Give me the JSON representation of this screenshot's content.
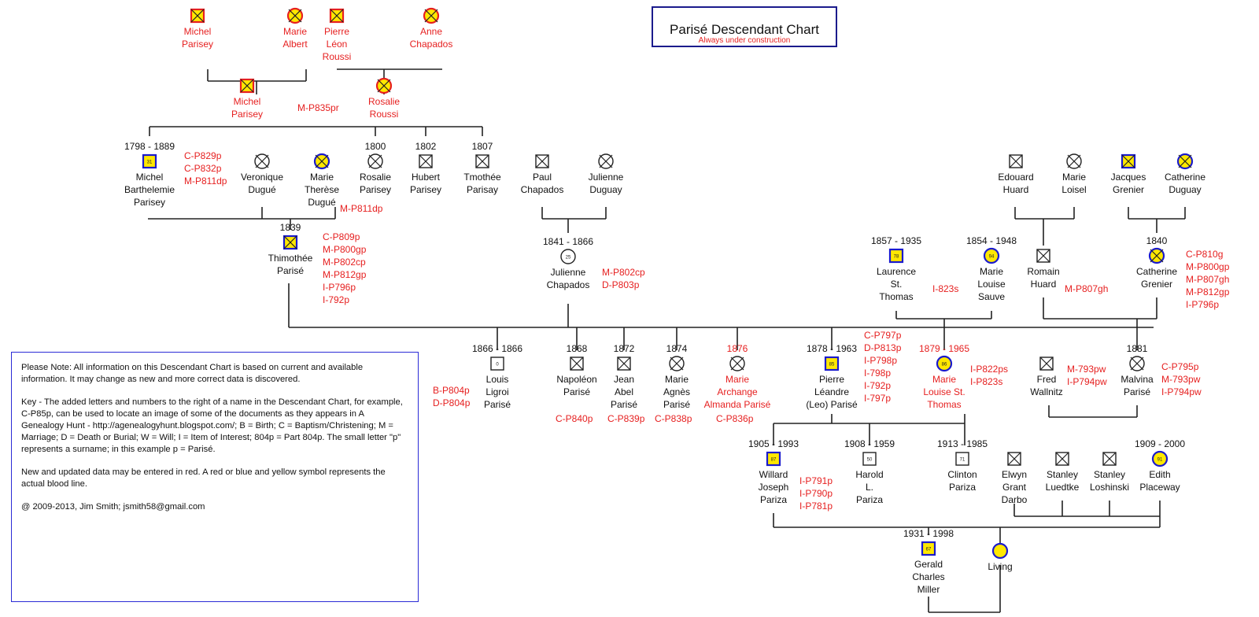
{
  "title": "Parisé Descendant Chart",
  "subtitle": "Always under construction",
  "colors": {
    "red": "#e62020",
    "blue": "#1a1acd",
    "yellow": "#ffe800",
    "line": "#222222"
  },
  "people": [
    {
      "id": "michel_sr",
      "icon": "xbox",
      "style": "red",
      "lines": [
        "Michel",
        "Parisey"
      ]
    },
    {
      "id": "marie_albert",
      "icon": "xcircle",
      "style": "red",
      "lines": [
        "Marie",
        "Albert"
      ]
    },
    {
      "id": "pierre_roussi",
      "icon": "xbox",
      "style": "red",
      "lines": [
        "Pierre",
        "Léon",
        "Roussi"
      ]
    },
    {
      "id": "anne_chapados",
      "icon": "xcircle",
      "style": "red",
      "lines": [
        "Anne",
        "Chapados"
      ]
    },
    {
      "id": "michel_jr",
      "icon": "xbox",
      "style": "red",
      "lines": [
        "Michel",
        "Parisey"
      ]
    },
    {
      "id": "rosalie_roussi",
      "icon": "xcircle",
      "style": "red",
      "lines": [
        "Rosalie",
        "Roussi"
      ]
    },
    {
      "id": "michel_barth",
      "icon": "box",
      "style": "blue",
      "badge": "31",
      "date": "1798 - 1889",
      "lines": [
        "Michel",
        "Barthelemie",
        "Parisey"
      ]
    },
    {
      "id": "veronique",
      "icon": "xcircle",
      "style": "black",
      "lines": [
        "Veronique",
        "Dugué"
      ]
    },
    {
      "id": "marie_therese",
      "icon": "xcircle",
      "style": "blue",
      "lines": [
        "Marie",
        "Therèse",
        "Dugué"
      ]
    },
    {
      "id": "rosalie_parisey",
      "icon": "xcircle",
      "style": "black",
      "date": "1800",
      "lines": [
        "Rosalie",
        "Parisey"
      ]
    },
    {
      "id": "hubert",
      "icon": "xbox",
      "style": "black",
      "date": "1802",
      "lines": [
        "Hubert",
        "Parisey"
      ]
    },
    {
      "id": "tmothee",
      "icon": "xbox",
      "style": "black",
      "date": "1807",
      "lines": [
        "Tmothée",
        "Parisay"
      ]
    },
    {
      "id": "paul_chapados",
      "icon": "xbox",
      "style": "black",
      "lines": [
        "Paul",
        "Chapados"
      ]
    },
    {
      "id": "julienne_duguay",
      "icon": "xcircle",
      "style": "black",
      "lines": [
        "Julienne",
        "Duguay"
      ]
    },
    {
      "id": "thimothee",
      "icon": "xbox",
      "style": "blue",
      "date": "1839",
      "lines": [
        "Thimothée",
        "Parisé"
      ]
    },
    {
      "id": "julienne_chapados",
      "icon": "circle",
      "style": "black",
      "badge": "25",
      "date": "1841 - 1866",
      "lines": [
        "Julienne",
        "Chapados"
      ]
    },
    {
      "id": "edouard",
      "icon": "xbox",
      "style": "black",
      "lines": [
        "Edouard",
        "Huard"
      ]
    },
    {
      "id": "marie_loisel",
      "icon": "xcircle",
      "style": "black",
      "lines": [
        "Marie",
        "Loisel"
      ]
    },
    {
      "id": "jacques_grenier",
      "icon": "xbox",
      "style": "blue",
      "lines": [
        "Jacques",
        "Grenier"
      ]
    },
    {
      "id": "catherine_duguay",
      "icon": "xcircle",
      "style": "blue",
      "lines": [
        "Catherine",
        "Duguay"
      ]
    },
    {
      "id": "laurence",
      "icon": "box",
      "style": "blue",
      "badge": "78",
      "date": "1857 - 1935",
      "lines": [
        "Laurence",
        "St.",
        "Thomas"
      ]
    },
    {
      "id": "marie_sauve",
      "icon": "circle",
      "style": "blue",
      "badge": "94",
      "date": "1854 - 1948",
      "lines": [
        "Marie",
        "Louise",
        "Sauve"
      ]
    },
    {
      "id": "romain",
      "icon": "xbox",
      "style": "black",
      "lines": [
        "Romain",
        "Huard"
      ]
    },
    {
      "id": "catherine_grenier",
      "icon": "xcircle",
      "style": "blue",
      "date": "1840",
      "lines": [
        "Catherine",
        "Grenier"
      ]
    },
    {
      "id": "louis",
      "icon": "box",
      "style": "black",
      "badge": "0",
      "date": "1866 - 1866",
      "lines": [
        "Louis",
        "Ligroi",
        "Parisé"
      ]
    },
    {
      "id": "napoleon",
      "icon": "xbox",
      "style": "black",
      "date": "1868",
      "lines": [
        "Napoléon",
        "Parisé"
      ]
    },
    {
      "id": "jean_abel",
      "icon": "xbox",
      "style": "black",
      "date": "1872",
      "lines": [
        "Jean",
        "Abel",
        "Parisé"
      ]
    },
    {
      "id": "marie_agnes",
      "icon": "xcircle",
      "style": "black",
      "date": "1874",
      "lines": [
        "Marie",
        "Agnès",
        "Parisé"
      ]
    },
    {
      "id": "marie_archange",
      "icon": "xcircle",
      "style": "black",
      "date": "1876",
      "textstyle": "red",
      "lines": [
        "Marie",
        "Archange",
        "Almanda Parisé"
      ]
    },
    {
      "id": "pierre_leo",
      "icon": "box",
      "style": "blue",
      "badge": "85",
      "date": "1878 - 1963",
      "lines": [
        "Pierre",
        "Léandre",
        "(Leo) Parisé"
      ]
    },
    {
      "id": "marie_st_thomas",
      "icon": "circle",
      "style": "blue",
      "badge": "86",
      "date": "1879 - 1965",
      "textstyle": "red",
      "lines": [
        "Marie",
        "Louise St.",
        "Thomas"
      ]
    },
    {
      "id": "fred",
      "icon": "xbox",
      "style": "black",
      "lines": [
        "Fred",
        "Wallnitz"
      ]
    },
    {
      "id": "malvina",
      "icon": "xcircle",
      "style": "black",
      "date": "1881",
      "lines": [
        "Malvina",
        "Parisé"
      ]
    },
    {
      "id": "willard",
      "icon": "box",
      "style": "blue",
      "badge": "87",
      "date": "1905 - 1993",
      "lines": [
        "Willard",
        "Joseph",
        "Pariza"
      ]
    },
    {
      "id": "harold",
      "icon": "box",
      "style": "black",
      "badge": "50",
      "date": "1908 - 1959",
      "lines": [
        "Harold",
        "L.",
        "Pariza"
      ]
    },
    {
      "id": "clinton",
      "icon": "box",
      "style": "black",
      "badge": "71",
      "date": "1913 - 1985",
      "lines": [
        "Clinton",
        "Pariza"
      ]
    },
    {
      "id": "elwyn",
      "icon": "xbox",
      "style": "black",
      "lines": [
        "Elwyn",
        "Grant",
        "Darbo"
      ]
    },
    {
      "id": "stanley_l",
      "icon": "xbox",
      "style": "black",
      "lines": [
        "Stanley",
        "Luedtke"
      ]
    },
    {
      "id": "stanley_lo",
      "icon": "xbox",
      "style": "black",
      "lines": [
        "Stanley",
        "Loshinski"
      ]
    },
    {
      "id": "edith",
      "icon": "circle",
      "style": "blue",
      "badge": "91",
      "date": "1909 - 2000",
      "lines": [
        "Edith",
        "Placeway"
      ]
    },
    {
      "id": "gerald",
      "icon": "box",
      "style": "blue",
      "badge": "67",
      "date": "1931 - 1998",
      "lines": [
        "Gerald",
        "Charles",
        "Miller"
      ]
    },
    {
      "id": "living",
      "icon": "circle",
      "style": "blue",
      "lines": [
        "Living"
      ]
    }
  ],
  "refs": [
    {
      "id": "ref_mp835",
      "lines": [
        "M-P835pr"
      ]
    },
    {
      "id": "ref_michel_barth",
      "lines": [
        "C-P829p",
        "C-P832p",
        "M-P811dp"
      ]
    },
    {
      "id": "ref_marie_therese",
      "lines": [
        "M-P811dp"
      ]
    },
    {
      "id": "ref_thimothee",
      "lines": [
        "C-P809p",
        "M-P800gp",
        "M-P802cp",
        "M-P812gp",
        "I-P796p",
        "I-792p"
      ]
    },
    {
      "id": "ref_julienne",
      "lines": [
        "M-P802cp",
        "D-P803p"
      ]
    },
    {
      "id": "ref_laurence",
      "lines": [
        "I-823s"
      ]
    },
    {
      "id": "ref_romain",
      "lines": [
        "M-P807gh"
      ]
    },
    {
      "id": "ref_catherine",
      "lines": [
        "C-P810g",
        "M-P800gp",
        "M-P807gh",
        "M-P812gp",
        "I-P796p"
      ]
    },
    {
      "id": "ref_louis",
      "lines": [
        "B-P804p",
        "D-P804p"
      ]
    },
    {
      "id": "ref_napoleon",
      "lines": [
        "C-P840p"
      ]
    },
    {
      "id": "ref_jean_abel",
      "lines": [
        "C-P839p"
      ]
    },
    {
      "id": "ref_marie_agnes",
      "lines": [
        "C-P838p"
      ]
    },
    {
      "id": "ref_marie_archange",
      "lines": [
        "C-P836p"
      ]
    },
    {
      "id": "ref_pierre",
      "lines": [
        "C-P797p",
        "D-P813p",
        "I-P798p",
        "I-798p",
        "I-792p",
        "I-797p"
      ]
    },
    {
      "id": "ref_marie_stt",
      "lines": [
        "I-P822ps",
        "I-P823s"
      ]
    },
    {
      "id": "ref_fred",
      "lines": [
        "M-793pw",
        "I-P794pw"
      ]
    },
    {
      "id": "ref_malvina",
      "lines": [
        "C-P795p",
        "M-793pw",
        "I-P794pw"
      ]
    },
    {
      "id": "ref_willard",
      "lines": [
        "I-P791p",
        "I-P790p",
        "I-P781p"
      ]
    }
  ],
  "note": {
    "p1": "Please Note:  All information on this Descendant Chart is based on current and available information. It may change as new and more correct data is discovered.",
    "p2": "Key - The added letters and numbers to the right of a name in the Descendant Chart, for example, C-P85p, can be used to locate an image of some of the documents as they appears in A Genealogy Hunt - http://agenealogyhunt.blogspot.com/; B = Birth; C = Baptism/Christening; M = Marriage; D = Death or Burial; W = Will; I = Item of Interest; 804p = Part 804p.  The small letter \"p\" represents a surname; in this example p = Parisé.",
    "p3": "New and updated data may be entered in red.  A red or blue and yellow symbol represents the actual blood line.",
    "p4": "@ 2009-2013, Jim Smith; jsmith58@gmail.com"
  }
}
